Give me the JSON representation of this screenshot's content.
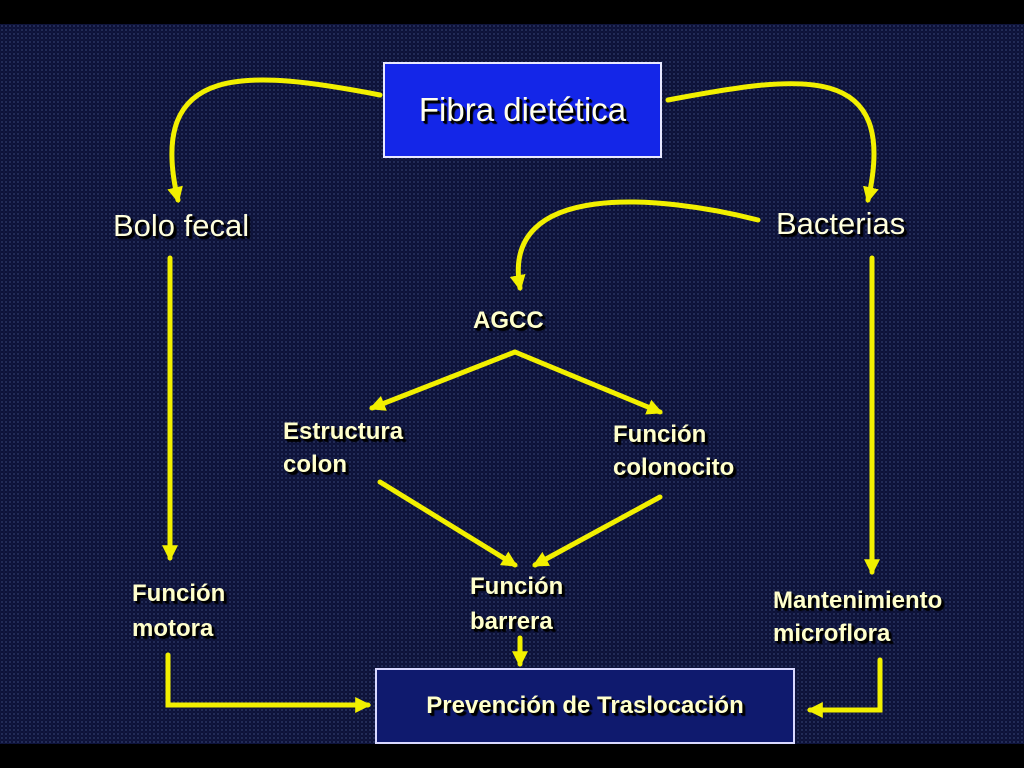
{
  "diagram": {
    "colors": {
      "arrow": "#f2f000",
      "text": "#ffffcc",
      "top_box": "#1426e8",
      "bottom_box": "#0f1a6e",
      "background": "#0d1238"
    },
    "nodes": {
      "fibra": "Fibra dietética",
      "bolo": "Bolo fecal",
      "bacterias": "Bacterias",
      "agcc": "AGCC",
      "estructura_1": "Estructura",
      "estructura_2": "colon",
      "colonocito_1": "Función",
      "colonocito_2": "colonocito",
      "motora_1": "Función",
      "motora_2": "motora",
      "barrera_1": "Función",
      "barrera_2": "barrera",
      "microflora_1": "Mantenimiento",
      "microflora_2": "microflora",
      "prevencion": "Prevención de Traslocación"
    }
  }
}
